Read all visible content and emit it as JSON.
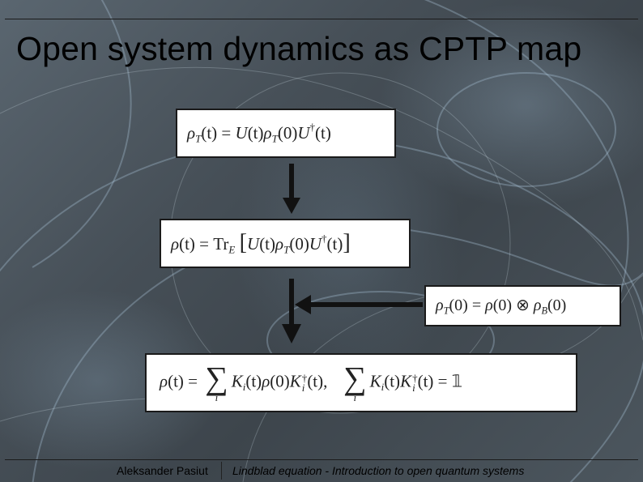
{
  "slide": {
    "title": "Open system dynamics as CPTP map"
  },
  "equations": {
    "eq1": {
      "rho": "ρ",
      "T": "T",
      "lpar_t": "(t)",
      "equals": " = ",
      "U": "U",
      "t_1": "(t)",
      "rho2": "ρ",
      "T2": "T",
      "zero": "(0)",
      "U2": "U",
      "dagger": "†",
      "t_2": "(t)"
    },
    "eq2": {
      "rho": "ρ",
      "t": "(t)",
      "equals": " = ",
      "tr": "Tr",
      "E": "E",
      "lb": "[",
      "U": "U",
      "t1": "(t)",
      "rho2": "ρ",
      "T": "T",
      "zero": "(0)",
      "U2": "U",
      "dagger": "†",
      "t2": "(t)",
      "rb": "]"
    },
    "eq3": {
      "rho": "ρ",
      "T": "T",
      "zero": "(0)",
      "equals": " = ",
      "rho2": "ρ",
      "zero2": "(0)",
      "otimes": " ⊗ ",
      "rho3": "ρ",
      "B": "B",
      "zero3": "(0)"
    },
    "eq4": {
      "rho": "ρ",
      "t": "(t)",
      "equals": " = ",
      "sigma": "∑",
      "i": "i",
      "K": "K",
      "ki": "i",
      "t1": "(t)",
      "rho2": "ρ",
      "zero": "(0)",
      "K2": "K",
      "dagger": "†",
      "ki2": "i",
      "t2": "(t),",
      "sigma2": "∑",
      "i2": "i",
      "K3": "K",
      "ki3": "i",
      "t3": "(t)",
      "K4": "K",
      "dagger2": "†",
      "ki4": "i",
      "t4": "(t)",
      "equals2": " = ",
      "one": "𝟙"
    }
  },
  "footer": {
    "author": "Aleksander Pasiut",
    "talk": "Lindblad equation - Introduction to open quantum systems"
  },
  "colors": {
    "rule": "#1b1b1b",
    "box_border": "#1a1a1a",
    "arrow": "#111111"
  }
}
